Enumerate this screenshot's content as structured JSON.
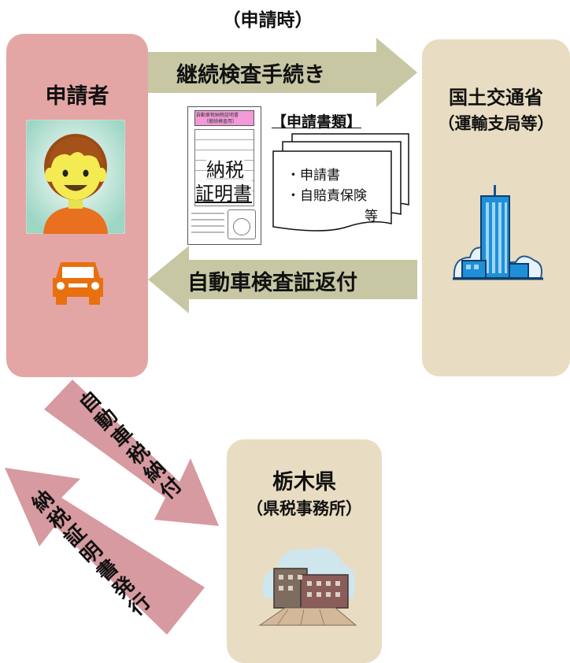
{
  "header": {
    "when": "（申請時）"
  },
  "applicant": {
    "title": "申請者"
  },
  "ministry": {
    "title": "国土交通省",
    "subtitle": "（運輸支局等）"
  },
  "prefecture": {
    "title": "栃木県",
    "subtitle": "（県税事務所）"
  },
  "arrows": {
    "procedure": "継続検査手続き",
    "return_cert": "自動車検査証返付",
    "pay_tax": "自動車税納付",
    "issue_cert": "納税証明書発行"
  },
  "documents": {
    "heading": "【申請書類】",
    "items": [
      "・申請書",
      "・自賠責保険",
      "等"
    ]
  },
  "certificate": {
    "header_line1": "自動車税納税証明書",
    "header_line2": "（継続検査用）",
    "line1": "納税",
    "line2": "証明書"
  },
  "icons": {
    "person": "person-avatar-icon",
    "car": "car-icon",
    "building": "office-building-icon",
    "office": "prefectural-office-icon"
  },
  "colors": {
    "applicant_box": "#e4a6a5",
    "ministry_box": "#e8dcc2",
    "gray_arrow": "#c8c7a4",
    "pink_arrow": "#d69aa0",
    "car": "#e8700f"
  }
}
